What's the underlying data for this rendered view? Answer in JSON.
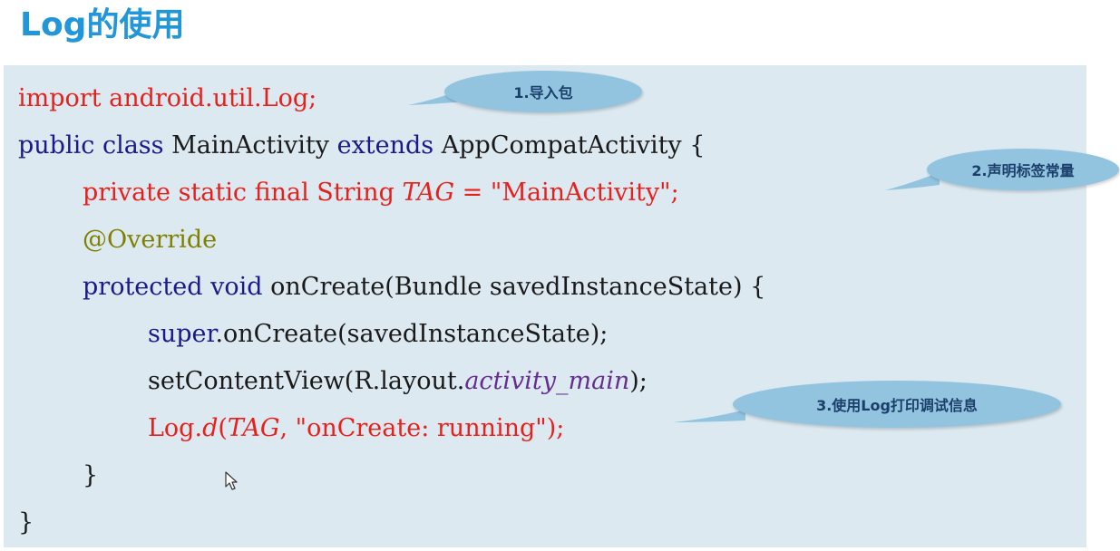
{
  "title": "Log的使用",
  "colors": {
    "title": "#2196d9",
    "code_background": "#dce9f1",
    "keyword": "#1a1a8c",
    "highlight_red": "#e8201c",
    "annotation": "#808000",
    "field_purple": "#662d91",
    "callout_fill": "#92c4e0",
    "callout_text": "#1b3f6a"
  },
  "code": {
    "line1": {
      "text": "import android.util.Log;"
    },
    "line2": {
      "kw1": "public",
      "kw2": "class",
      "name": "MainActivity",
      "kw3": "extends",
      "parent": "AppCompatActivity",
      "brace": "{"
    },
    "line3": {
      "decl": "private static final String",
      "tag": "TAG",
      "assign": "=",
      "value": "\"MainActivity\";"
    },
    "line4": {
      "text": "@Override"
    },
    "line5": {
      "kw1": "protected",
      "kw2": "void",
      "rest": "onCreate(Bundle savedInstanceState) {"
    },
    "line6": {
      "kw": "super",
      "rest": ".onCreate(savedInstanceState);"
    },
    "line7": {
      "pre": "setContentView(R.layout.",
      "field": "activity_main",
      "post": ");"
    },
    "line8": {
      "pre": "Log.",
      "method": "d",
      "open": "(",
      "tag": "TAG",
      "rest": ", \"onCreate: running\");"
    },
    "line9": {
      "text": "}"
    },
    "line10": {
      "text": "}"
    }
  },
  "callouts": [
    {
      "label": "1.导入包"
    },
    {
      "label": "2.声明标签常量"
    },
    {
      "label": "3.使用Log打印调试信息"
    }
  ],
  "cursor_icon": "mouse-pointer-icon"
}
